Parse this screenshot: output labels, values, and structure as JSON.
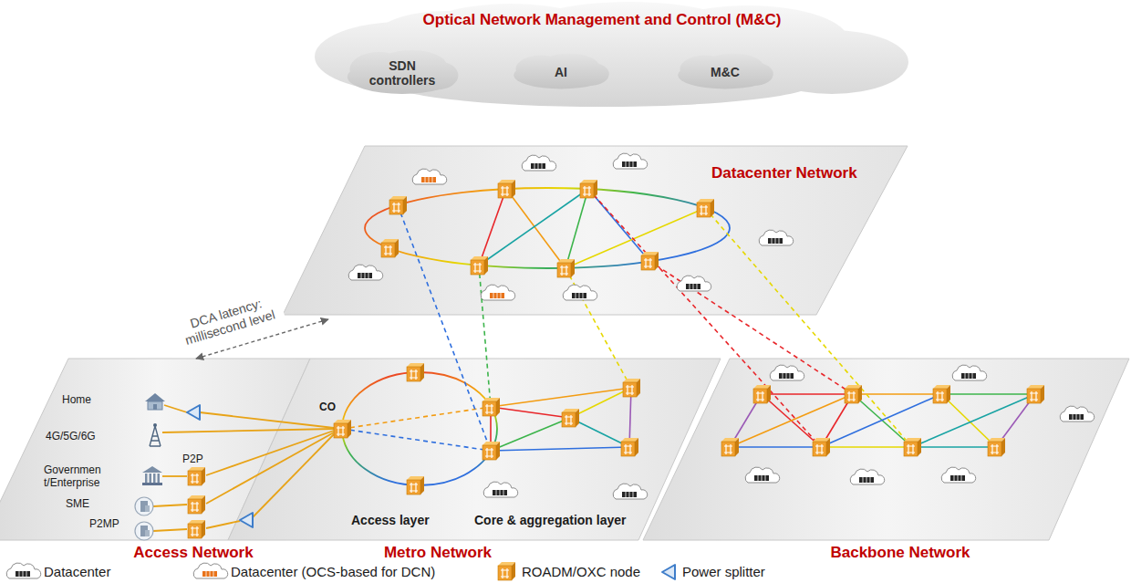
{
  "diagram": {
    "nodes": [
      {
        "text": [
          "Optical Network Management and Control (M&C)"
        ]
      },
      {
        "text": [
          "SDN controllers"
        ],
        "in": 0
      },
      {
        "text": [
          "AI"
        ],
        "in": 0
      },
      {
        "text": [
          "M&C"
        ],
        "in": 0
      },
      {
        "text": [
          "Datacenter Network"
        ]
      },
      {
        "text": [
          "Access Network"
        ]
      },
      {
        "text": [
          "Metro Network"
        ]
      },
      {
        "text": [
          "Backbone Network"
        ]
      }
    ],
    "edges": [
      {
        "from": 5,
        "to": 4,
        "arrow": "both",
        "label": "DCA latency: millisecond level"
      }
    ],
    "labels": [
      "Home",
      "4G/5G/6G",
      "Governmen t/Enterprise",
      "P2P",
      "SME",
      "P2MP",
      "CO",
      "Access layer",
      "Core & aggregation layer"
    ],
    "legend": [
      {
        "text": "Datacenter"
      },
      {
        "text": "Datacenter (OCS-based for DCN)"
      },
      {
        "text": "ROADM/OXC node"
      },
      {
        "text": "Power splitter"
      }
    ]
  }
}
